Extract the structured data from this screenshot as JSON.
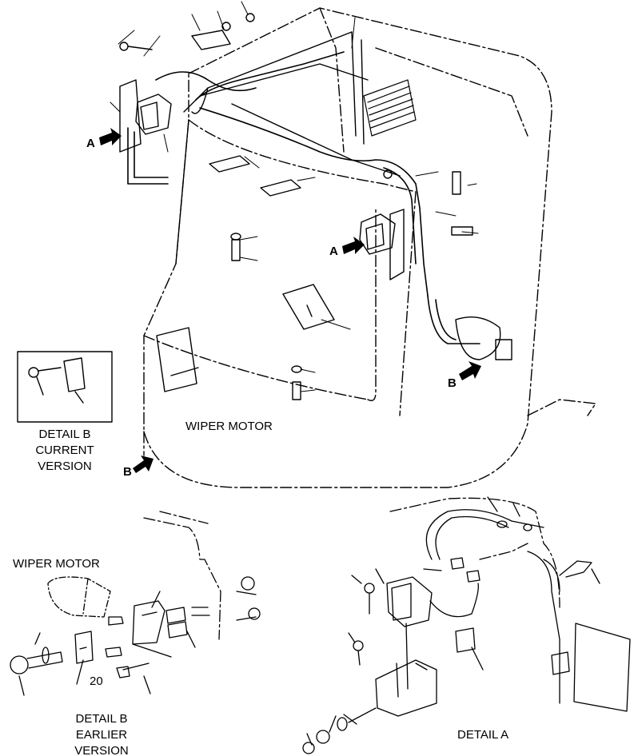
{
  "labels": {
    "wiper_motor_main": "WIPER MOTOR",
    "wiper_motor_detail": "WIPER MOTOR",
    "detail_b_current": [
      "DETAIL B",
      "CURRENT",
      "VERSION"
    ],
    "detail_b_earlier": [
      "DETAIL B",
      "EARLIER",
      "VERSION"
    ],
    "detail_a": "DETAIL A",
    "callout_20": "20"
  },
  "view_arrows": {
    "a_left": "A",
    "a_center": "A",
    "b_right": "B",
    "b_left": "B"
  },
  "colors": {
    "ink": "#000000",
    "paper": "#ffffff"
  }
}
